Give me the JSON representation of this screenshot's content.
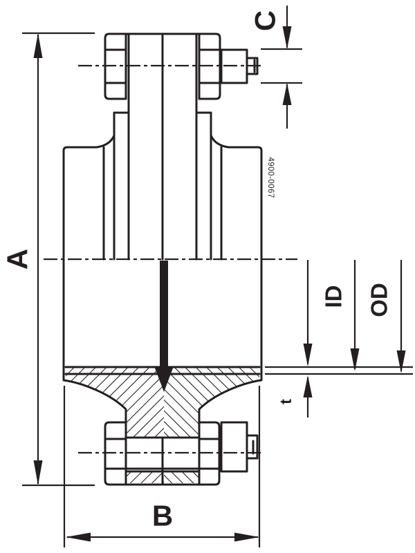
{
  "drawing": {
    "description": "flange-joint-dimensional-drawing",
    "part_number": "4900-0067",
    "labels": {
      "overall_height": "A",
      "flange_width": "B",
      "stud_protrusion": "C",
      "inner_diameter": "ID",
      "outer_diameter": "OD",
      "gasket_thickness": "t"
    },
    "flow_direction": "down",
    "colors": {
      "line": "#231f20",
      "background": "#ffffff"
    }
  }
}
